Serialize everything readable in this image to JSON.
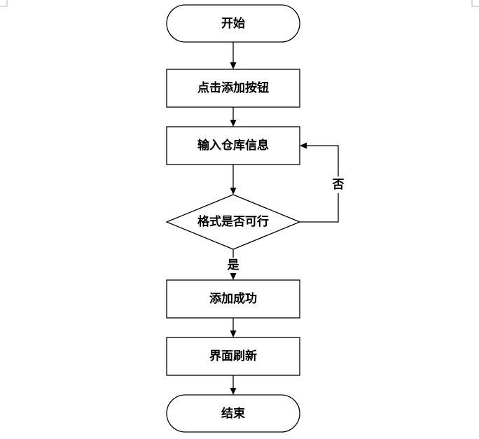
{
  "flowchart": {
    "nodes": {
      "start": "开始",
      "click_add": "点击添加按钮",
      "input_info": "输入仓库信息",
      "format_check": "格式是否可行",
      "add_success": "添加成功",
      "refresh": "界面刷新",
      "end": "结束"
    },
    "edges": {
      "no_label": "否",
      "yes_label": "是"
    }
  },
  "colors": {
    "stroke": "#000000",
    "fill": "#ffffff"
  }
}
